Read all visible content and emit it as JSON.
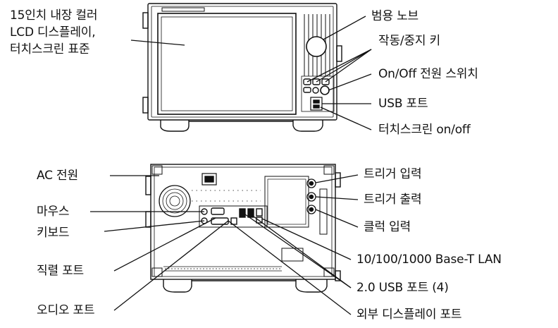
{
  "front": {
    "display_label": [
      "15인치 내장 컬러",
      "LCD 디스플레이,",
      "터치스크린 표준"
    ],
    "knob": "범용 노브",
    "run_stop": "작동/중지 키",
    "power": "On/Off 전원 스위치",
    "usb": "USB 포트",
    "touch": "터치스크린 on/off"
  },
  "rear": {
    "ac": "AC 전원",
    "mouse": "마우스",
    "keyboard": "키보드",
    "serial": "직렬 포트",
    "audio": "오디오 포트",
    "trig_in": "트리거 입력",
    "trig_out": "트리거 출력",
    "clock_in": "클럭 입력",
    "lan": "10/100/1000 Base-T LAN",
    "usb2": "2.0 USB 포트 (4)",
    "ext_display": "외부 디스플레이 포트"
  }
}
